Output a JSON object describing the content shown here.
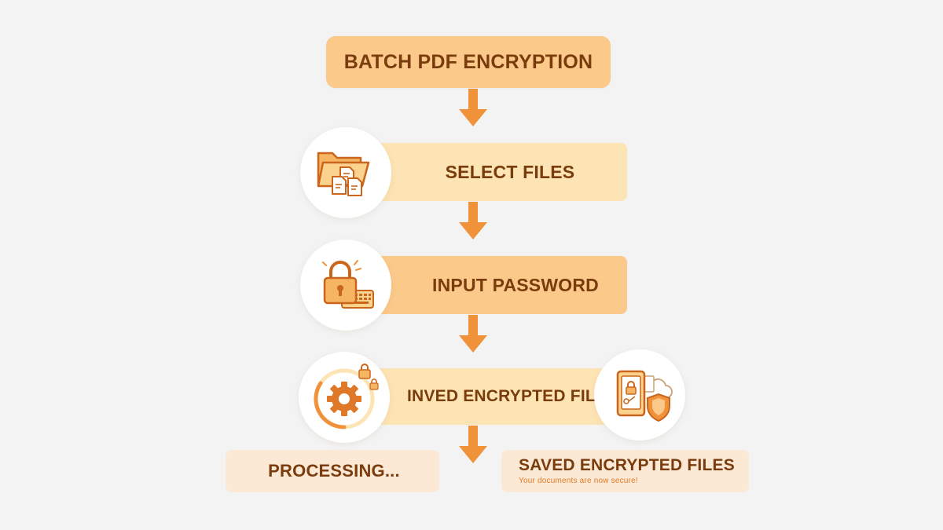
{
  "diagram": {
    "title": "BATCH PDF ENCRYPTION",
    "steps": [
      {
        "label": "SELECT FILES",
        "icon": "folder-files-icon"
      },
      {
        "label": "INPUT PASSWORD",
        "icon": "padlock-keyboard-icon"
      },
      {
        "label": "INVED ENCRYPTED FILES",
        "icon": "gear-progress-icon"
      }
    ],
    "outputs": {
      "processing": {
        "label": "PROCESSING..."
      },
      "saved": {
        "label": "SAVED ENCRYPTED FILES",
        "subtitle": "Your documents are now secure!",
        "icon": "secure-device-shield-icon"
      }
    },
    "colors": {
      "background": "#f3f3f3",
      "box_dark": "#fbc98a",
      "box_light": "#fde4b4",
      "box_pale": "#fbe9d6",
      "text": "#7a3c0c",
      "accent": "#f0923a"
    }
  }
}
